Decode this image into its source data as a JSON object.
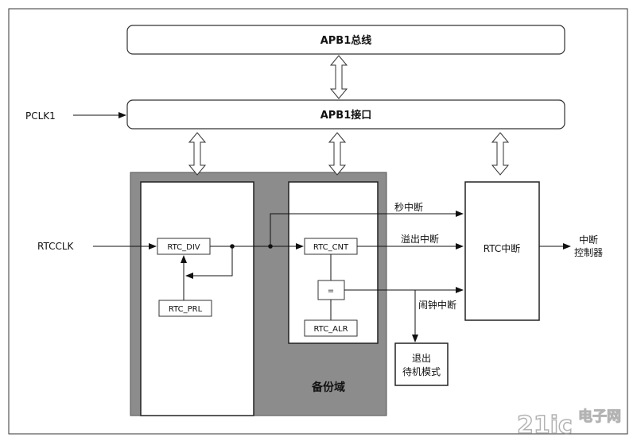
{
  "bus": {
    "apb1_bus_label": "APB1总线",
    "apb1_interface_label": "APB1接口"
  },
  "inputs": {
    "pclk1": "PCLK1",
    "rtcclk": "RTCCLK"
  },
  "registers": {
    "rtc_div": "RTC_DIV",
    "rtc_prl": "RTC_PRL",
    "rtc_cnt": "RTC_CNT",
    "rtc_alr": "RTC_ALR",
    "comparator": "="
  },
  "signals": {
    "second_interrupt": "秒中断",
    "overflow_interrupt": "溢出中断",
    "alarm_interrupt": "闹钟中断"
  },
  "blocks": {
    "rtc_interrupt": "RTC中断",
    "interrupt_controller_line1": "中断",
    "interrupt_controller_line2": "控制器",
    "exit_standby_line1": "退出",
    "exit_standby_line2": "待机模式",
    "backup_domain": "备份域"
  },
  "watermark": {
    "logo": "21ic",
    "site": "电子网"
  }
}
